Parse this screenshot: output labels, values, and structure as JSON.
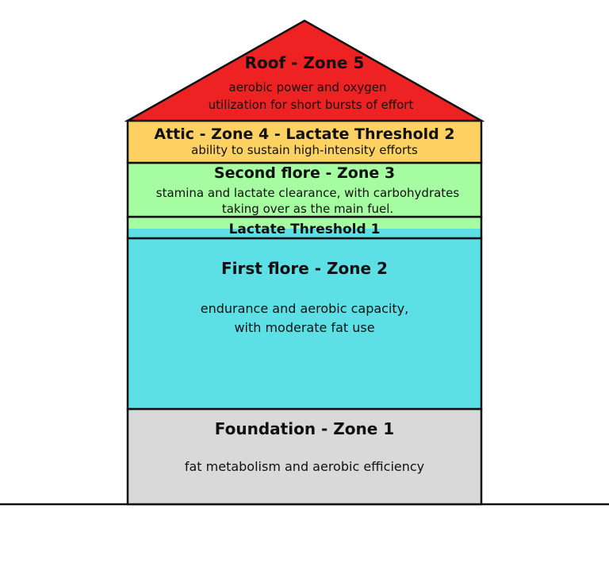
{
  "zones": {
    "roof": {
      "title": "Roof - Zone 5",
      "desc_lines": [
        "aerobic power and oxygen",
        "utilization for short bursts of effort"
      ],
      "color": "#ee2222"
    },
    "attic": {
      "title": "Attic - Zone 4 - Lactate Threshold 2",
      "desc_lines": [
        "ability to sustain high-intensity efforts"
      ],
      "color": "#fdd162"
    },
    "second_floor": {
      "title": "Second flore - Zone 3",
      "desc_lines": [
        "stamina and lactate clearance, with carbohydrates",
        "taking over as the main fuel."
      ],
      "color": "#a6fca0"
    },
    "threshold1": {
      "title": "Lactate Threshold 1",
      "color_top": "#a6fca0",
      "color_bottom": "#5ce0e6"
    },
    "first_floor": {
      "title": "First flore - Zone 2",
      "desc_lines": [
        "endurance and aerobic capacity,",
        "with moderate fat use"
      ],
      "color": "#5ce0e6"
    },
    "foundation": {
      "title": "Foundation - Zone 1",
      "desc_lines": [
        "fat metabolism and aerobic efficiency"
      ],
      "color": "#d9d9d9"
    }
  }
}
